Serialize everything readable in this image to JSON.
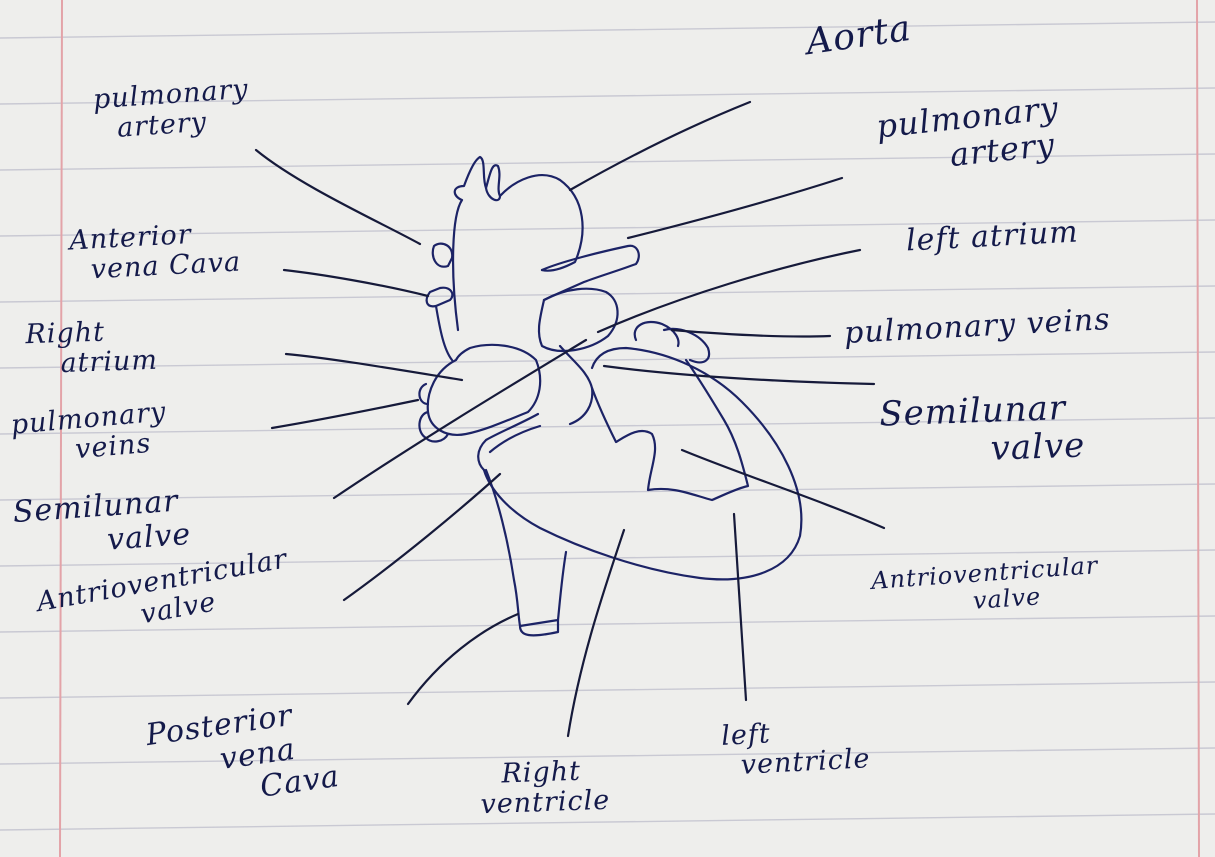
{
  "labels": {
    "aorta": "Aorta",
    "pulmonary_artery_left": [
      "pulmonary",
      "artery"
    ],
    "pulmonary_artery_right": [
      "pulmonary",
      "artery"
    ],
    "anterior_vena_cava": [
      "Anterior",
      "vena Cava"
    ],
    "left_atrium": "left atrium",
    "right_atrium": [
      "Right",
      "atrium"
    ],
    "pulmonary_veins_right": "pulmonary veins",
    "pulmonary_veins_left": [
      "pulmonary",
      "veins"
    ],
    "semilunar_valve_right": [
      "Semilunar",
      "valve"
    ],
    "semilunar_valve_left": [
      "Semilunar",
      "valve"
    ],
    "av_valve_right": [
      "Antrioventricular",
      "valve"
    ],
    "av_valve_left": [
      "Antrioventricular",
      "valve"
    ],
    "posterior_vena_cava": [
      "Posterior",
      "vena",
      "Cava"
    ],
    "right_ventricle": [
      "Right",
      "ventricle"
    ],
    "left_ventricle": [
      "left",
      "ventricle"
    ]
  },
  "colors": {
    "ink": "#1c2366",
    "paper": "#eeeeec",
    "rule": "#c9c9d3",
    "margin": "#e3a3a8"
  }
}
